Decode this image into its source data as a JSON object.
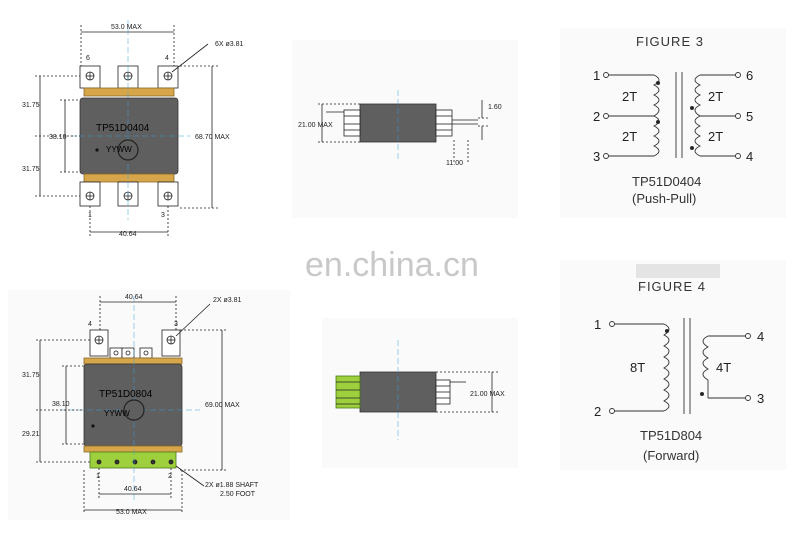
{
  "top_left": {
    "width": "53.0 MAX",
    "pin_dia": "6X ø3.81",
    "h_upper": "31.75",
    "h_mid": "38.10",
    "h_lower": "31.75",
    "height": "68.70 MAX",
    "spacing": "40.64",
    "part": "TP51D0404",
    "code": "YYWW",
    "pins": [
      "6",
      "4",
      "1",
      "3"
    ]
  },
  "top_side": {
    "height": "21.00 MAX",
    "lead": "1.60",
    "offset": "11.00"
  },
  "bottom_left": {
    "spacing_top": "40.64",
    "pin_dia": "2X ø3.81",
    "h_upper": "31.75",
    "h_mid": "38.10",
    "h_lower": "29.21",
    "height": "69.00 MAX",
    "part": "TP51D0804",
    "code": "YYWW",
    "shaft": "2X ø1.88 SHAFT",
    "foot": "2.50 FOOT",
    "spacing_bottom": "40.64",
    "width": "53.0 MAX",
    "pins": [
      "4",
      "3",
      "1",
      "2"
    ]
  },
  "bottom_side": {
    "height": "21.00 MAX"
  },
  "figure3": {
    "title": "FIGURE 3",
    "pins": [
      "1",
      "2",
      "3",
      "6",
      "5",
      "4"
    ],
    "windings": [
      "2T",
      "2T",
      "2T",
      "2T"
    ],
    "part": "TP51D0404",
    "mode": "(Push-Pull)"
  },
  "figure4": {
    "title": "FIGURE 4",
    "pins": [
      "1",
      "2",
      "4",
      "3"
    ],
    "windings": [
      "8T",
      "4T"
    ],
    "part": "TP51D804",
    "mode": "(Forward)"
  },
  "watermark": "en.china.cn",
  "colors": {
    "body": "#5f5f5f",
    "tab": "#d8a64a",
    "green": "#9ecf3c",
    "line": "#222222",
    "wire": "#444444"
  }
}
